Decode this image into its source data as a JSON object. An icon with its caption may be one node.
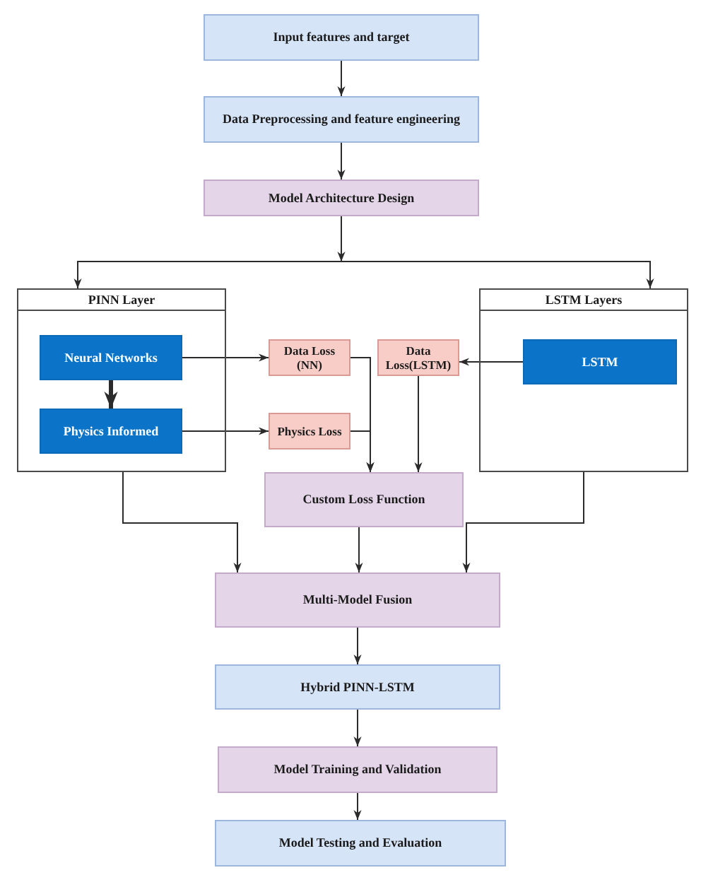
{
  "diagram": {
    "nodes": [
      {
        "text": [
          "Input features and target"
        ]
      },
      {
        "text": [
          "Data Preprocessing and feature engineering"
        ]
      },
      {
        "text": [
          "Model Architecture Design"
        ]
      },
      {
        "text": [
          "PINN Layer"
        ]
      },
      {
        "text": [
          "Neural Networks"
        ],
        "in": 3
      },
      {
        "text": [
          "Physics Informed"
        ],
        "in": 3
      },
      {
        "text": [
          "Data Loss (NN)"
        ]
      },
      {
        "text": [
          "Physics Loss"
        ]
      },
      {
        "text": [
          "Data Loss(LSTM)"
        ]
      },
      {
        "text": [
          "LSTM Layers"
        ]
      },
      {
        "text": [
          "LSTM"
        ],
        "in": 9
      },
      {
        "text": [
          "Custom Loss Function"
        ]
      },
      {
        "text": [
          "Multi-Model Fusion"
        ]
      },
      {
        "text": [
          "Hybrid PINN-LSTM"
        ]
      },
      {
        "text": [
          "Model Training and Validation"
        ]
      },
      {
        "text": [
          "Model Testing and Evaluation"
        ]
      }
    ],
    "edges": [
      {
        "from": 0,
        "to": 1,
        "arrow": "to"
      },
      {
        "from": 1,
        "to": 2,
        "arrow": "to"
      },
      {
        "from": 2,
        "to": 3,
        "arrow": "to"
      },
      {
        "from": 2,
        "to": 9,
        "arrow": "to"
      },
      {
        "from": 4,
        "to": 5,
        "arrow": "to",
        "style": "thick"
      },
      {
        "from": 4,
        "to": 6,
        "arrow": "to"
      },
      {
        "from": 5,
        "to": 7,
        "arrow": "to"
      },
      {
        "from": 10,
        "to": 8,
        "arrow": "to"
      },
      {
        "from": 6,
        "to": 11,
        "arrow": "to"
      },
      {
        "from": 7,
        "to": 11,
        "arrow": "to"
      },
      {
        "from": 8,
        "to": 11,
        "arrow": "to"
      },
      {
        "from": 3,
        "to": 12,
        "arrow": "to"
      },
      {
        "from": 11,
        "to": 12,
        "arrow": "to"
      },
      {
        "from": 9,
        "to": 12,
        "arrow": "to"
      },
      {
        "from": 12,
        "to": 13,
        "arrow": "to"
      },
      {
        "from": 13,
        "to": 14,
        "arrow": "to"
      },
      {
        "from": 14,
        "to": 15,
        "arrow": "to"
      }
    ]
  }
}
